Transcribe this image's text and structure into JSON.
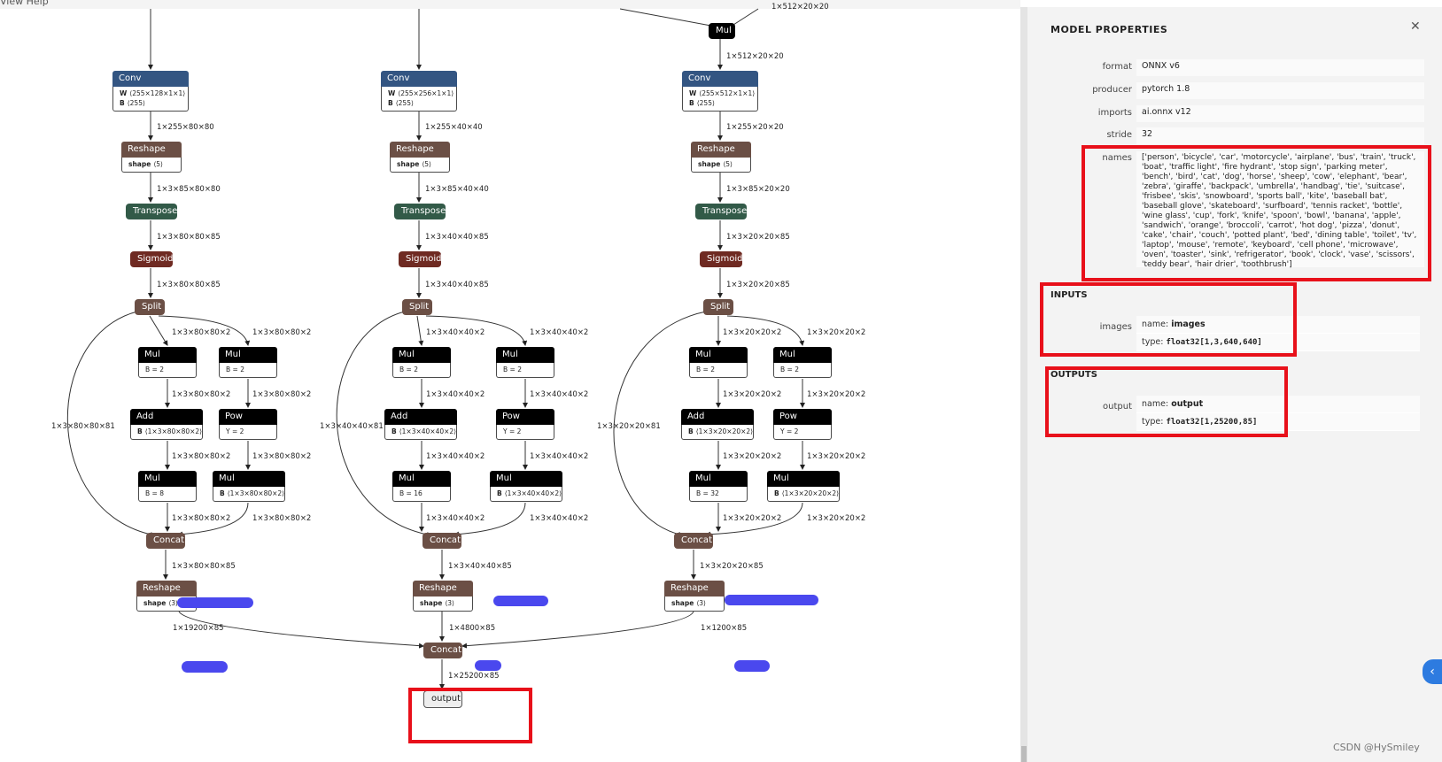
{
  "menu": {
    "items_text": "View   Help"
  },
  "graph": {
    "top_labels": [
      "1×512×20×20"
    ],
    "columns": [
      {
        "conv": {
          "title": "Conv",
          "w": "⟨255×128×1×1⟩",
          "b": "⟨255⟩"
        },
        "e_conv": "1×255×80×80",
        "reshape1": {
          "title": "Reshape",
          "shape": "⟨5⟩"
        },
        "e_reshape": "1×3×85×80×80",
        "transpose": "Transpose",
        "e_transpose": "1×3×80×80×85",
        "sigmoid": "Sigmoid",
        "e_sigmoid": "1×3×80×80×85",
        "split": "Split",
        "e_split_l": "1×3×80×80×2",
        "e_split_r": "1×3×80×80×2",
        "e_split_side": "1×3×80×80×81",
        "mul1": {
          "title": "Mul",
          "attr": "B = 2"
        },
        "mul2": {
          "title": "Mul",
          "attr": "B = 2"
        },
        "e_mul1": "1×3×80×80×2",
        "e_mul2": "1×3×80×80×2",
        "add": {
          "title": "Add",
          "attr": "⟨1×3×80×80×2⟩"
        },
        "pow": {
          "title": "Pow",
          "attr": "Y = 2"
        },
        "e_add": "1×3×80×80×2",
        "e_pow": "1×3×80×80×2",
        "mul3": {
          "title": "Mul",
          "attr": "B = 8"
        },
        "mul4": {
          "title": "Mul",
          "attr": "⟨1×3×80×80×2⟩"
        },
        "e_mul3": "1×3×80×80×2",
        "e_mul4": "1×3×80×80×2",
        "concat": "Concat",
        "e_concat": "1×3×80×80×85",
        "reshape2": {
          "title": "Reshape",
          "shape": "⟨3⟩"
        },
        "e_out": "1×19200×85"
      },
      {
        "conv": {
          "title": "Conv",
          "w": "⟨255×256×1×1⟩",
          "b": "⟨255⟩"
        },
        "e_conv": "1×255×40×40",
        "reshape1": {
          "title": "Reshape",
          "shape": "⟨5⟩"
        },
        "e_reshape": "1×3×85×40×40",
        "transpose": "Transpose",
        "e_transpose": "1×3×40×40×85",
        "sigmoid": "Sigmoid",
        "e_sigmoid": "1×3×40×40×85",
        "split": "Split",
        "e_split_l": "1×3×40×40×2",
        "e_split_r": "1×3×40×40×2",
        "e_split_side": "1×3×40×40×81",
        "mul1": {
          "title": "Mul",
          "attr": "B = 2"
        },
        "mul2": {
          "title": "Mul",
          "attr": "B = 2"
        },
        "e_mul1": "1×3×40×40×2",
        "e_mul2": "1×3×40×40×2",
        "add": {
          "title": "Add",
          "attr": "⟨1×3×40×40×2⟩"
        },
        "pow": {
          "title": "Pow",
          "attr": "Y = 2"
        },
        "e_add": "1×3×40×40×2",
        "e_pow": "1×3×40×40×2",
        "mul3": {
          "title": "Mul",
          "attr": "B = 16"
        },
        "mul4": {
          "title": "Mul",
          "attr": "⟨1×3×40×40×2⟩"
        },
        "e_mul3": "1×3×40×40×2",
        "e_mul4": "1×3×40×40×2",
        "concat": "Concat",
        "e_concat": "1×3×40×40×85",
        "reshape2": {
          "title": "Reshape",
          "shape": "⟨3⟩"
        },
        "e_out": "1×4800×85"
      },
      {
        "conv": {
          "title": "Conv",
          "w": "⟨255×512×1×1⟩",
          "b": "⟨255⟩"
        },
        "e_conv": "1×255×20×20",
        "reshape1": {
          "title": "Reshape",
          "shape": "⟨5⟩"
        },
        "e_reshape": "1×3×85×20×20",
        "transpose": "Transpose",
        "e_transpose": "1×3×20×20×85",
        "sigmoid": "Sigmoid",
        "e_sigmoid": "1×3×20×20×85",
        "split": "Split",
        "e_split_l": "1×3×20×20×2",
        "e_split_r": "1×3×20×20×2",
        "e_split_side": "1×3×20×20×81",
        "mul1": {
          "title": "Mul",
          "attr": "B = 2"
        },
        "mul2": {
          "title": "Mul",
          "attr": "B = 2"
        },
        "e_mul1": "1×3×20×20×2",
        "e_mul2": "1×3×20×20×2",
        "add": {
          "title": "Add",
          "attr": "⟨1×3×20×20×2⟩"
        },
        "pow": {
          "title": "Pow",
          "attr": "Y = 2"
        },
        "e_add": "1×3×20×20×2",
        "e_pow": "1×3×20×20×2",
        "mul3": {
          "title": "Mul",
          "attr": "B = 32"
        },
        "mul4": {
          "title": "Mul",
          "attr": "⟨1×3×20×20×2⟩"
        },
        "e_mul3": "1×3×20×20×2",
        "e_mul4": "1×3×20×20×2",
        "concat": "Concat",
        "e_concat": "1×3×20×20×85",
        "reshape2": {
          "title": "Reshape",
          "shape": "⟨3⟩"
        },
        "e_out": "1×1200×85"
      }
    ],
    "top_mul": "Mul",
    "e_top_mul": "1×512×20×20",
    "final_concat": "Concat",
    "e_final": "1×25200×85",
    "output_node": "output"
  },
  "panel": {
    "title": "MODEL PROPERTIES",
    "close_glyph": "✕",
    "props": [
      {
        "label": "format",
        "value": "ONNX v6"
      },
      {
        "label": "producer",
        "value": "pytorch 1.8"
      },
      {
        "label": "imports",
        "value": "ai.onnx v12"
      },
      {
        "label": "stride",
        "value": "32"
      },
      {
        "label": "names",
        "value": "['person', 'bicycle', 'car', 'motorcycle', 'airplane', 'bus', 'train', 'truck', 'boat', 'traffic light', 'fire hydrant', 'stop sign', 'parking meter', 'bench', 'bird', 'cat', 'dog', 'horse', 'sheep', 'cow', 'elephant', 'bear', 'zebra', 'giraffe', 'backpack', 'umbrella', 'handbag', 'tie', 'suitcase', 'frisbee', 'skis', 'snowboard', 'sports ball', 'kite', 'baseball bat', 'baseball glove', 'skateboard', 'surfboard', 'tennis racket', 'bottle', 'wine glass', 'cup', 'fork', 'knife', 'spoon', 'bowl', 'banana', 'apple', 'sandwich', 'orange', 'broccoli', 'carrot', 'hot dog', 'pizza', 'donut', 'cake', 'chair', 'couch', 'potted plant', 'bed', 'dining table', 'toilet', 'tv', 'laptop', 'mouse', 'remote', 'keyboard', 'cell phone', 'microwave', 'oven', 'toaster', 'sink', 'refrigerator', 'book', 'clock', 'vase', 'scissors', 'teddy bear', 'hair drier', 'toothbrush']"
      }
    ],
    "inputs_title": "INPUTS",
    "input": {
      "label": "images",
      "name_key": "name:",
      "name": "images",
      "type_key": "type:",
      "type": "float32[1,3,640,640]"
    },
    "outputs_title": "OUTPUTS",
    "output": {
      "label": "output",
      "name_key": "name:",
      "name": "output",
      "type_key": "type:",
      "type": "float32[1,25200,85]"
    },
    "expand_glyph": "‹"
  },
  "watermark": "CSDN @HySmiley",
  "colors": {
    "conv": "#335582",
    "shape": "#6b4f45",
    "transpose": "#325a48",
    "activation": "#6f2a22",
    "math": "#000000",
    "highlight": "#e8101a",
    "scribble": "#4a48ee"
  }
}
